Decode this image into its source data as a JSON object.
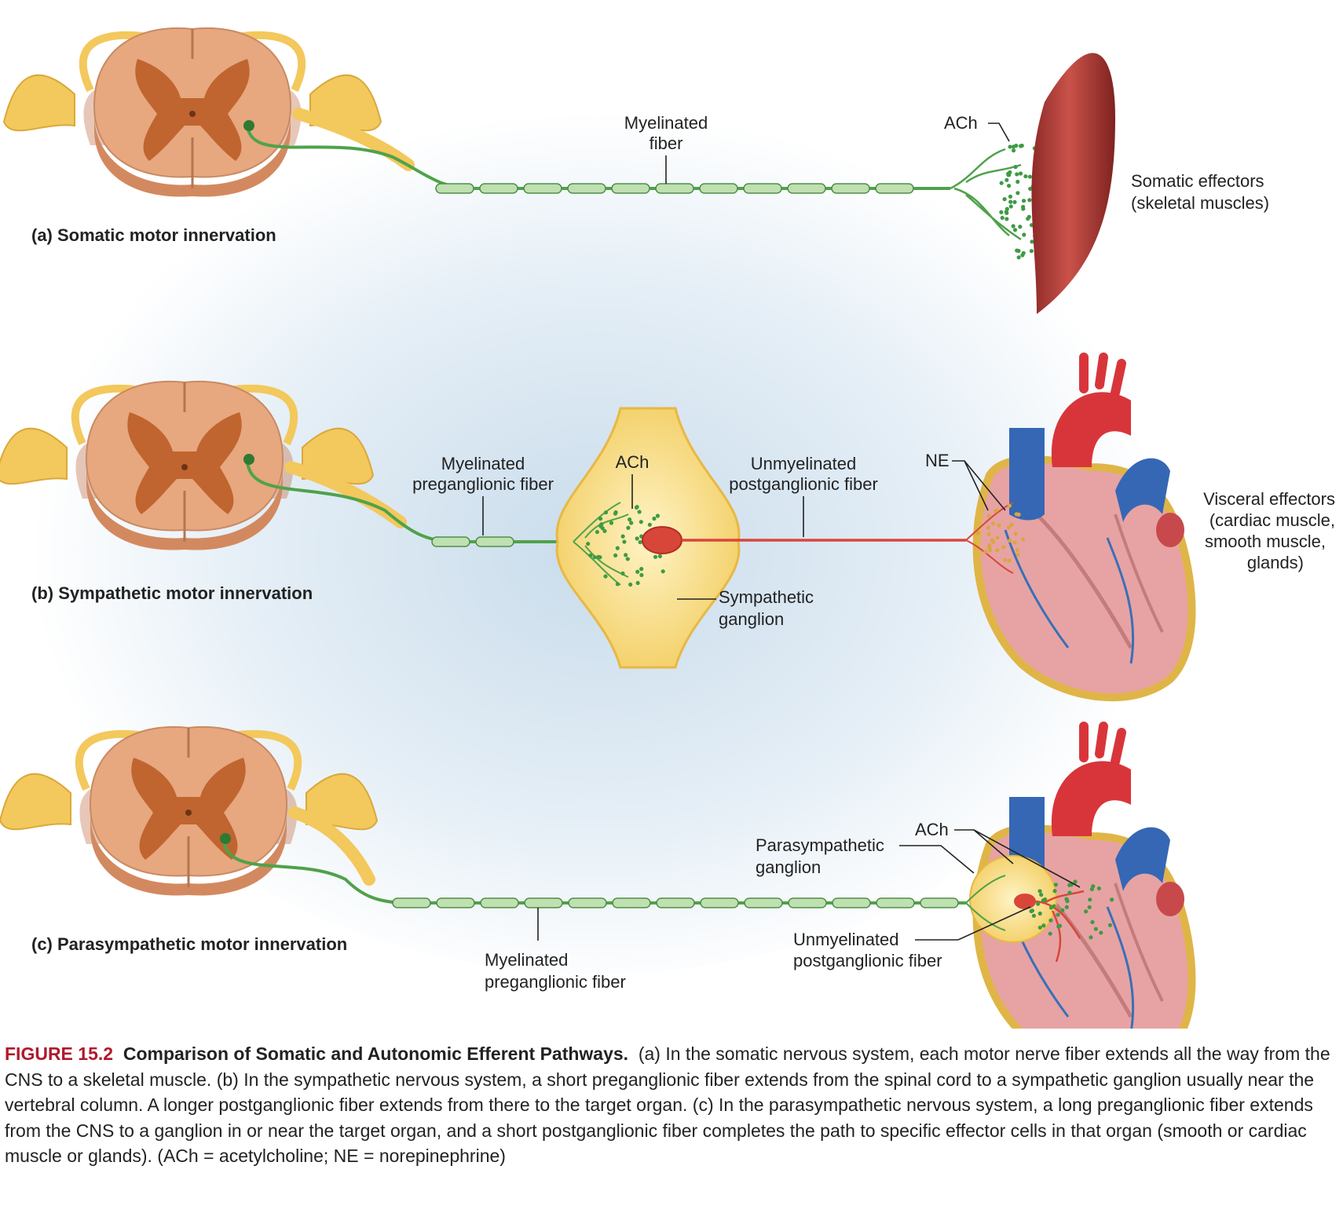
{
  "panels": {
    "a": {
      "label": "(a) Somatic motor innervation",
      "fiber_label": [
        "Myelinated",
        "fiber"
      ],
      "transmitter": "ACh",
      "effector_label": [
        "Somatic effectors",
        "(skeletal muscles)"
      ]
    },
    "b": {
      "label": "(b) Sympathetic motor innervation",
      "pre_label": [
        "Myelinated",
        "preganglionic fiber"
      ],
      "ganglion_transmitter": "ACh",
      "post_label": [
        "Unmyelinated",
        "postganglionic fiber"
      ],
      "effector_transmitter": "NE",
      "ganglion_label": [
        "Sympathetic",
        "ganglion"
      ],
      "effector_label": [
        "Visceral effectors",
        "(cardiac muscle,",
        "smooth muscle,",
        "glands)"
      ]
    },
    "c": {
      "label": "(c) Parasympathetic motor innervation",
      "transmitter": "ACh",
      "ganglion_label": [
        "Parasympathetic",
        "ganglion"
      ],
      "post_label": [
        "Unmyelinated",
        "postganglionic fiber"
      ],
      "pre_label": [
        "Myelinated",
        "preganglionic fiber"
      ]
    }
  },
  "caption": {
    "number": "FIGURE 15.2",
    "title": "Comparison of Somatic and Autonomic Efferent Pathways.",
    "text": "(a) In the somatic nervous system, each motor nerve fiber extends all the way from the CNS to a skeletal muscle. (b) In the sympathetic nervous system, a short preganglionic fiber extends from the spinal cord to a sympathetic ganglion usually near the vertebral column. A longer postganglionic fiber extends from there to the target organ. (c) In the parasympathetic nervous system, a long preganglionic fiber extends from the CNS to a ganglion in or near the target organ, and a short postganglionic fiber completes the path to specific effector cells in that organ (smooth or cardiac muscle or glands). (ACh = acetylcholine; NE = norepinephrine)"
  },
  "colors": {
    "cord_white": "#e9b08a",
    "cord_gray": "#c46a34",
    "nerve": "#f5d06a",
    "axon_green": "#4fa24a",
    "post_red": "#d8463a",
    "muscle": "#b8433d",
    "heart_red": "#d8353b",
    "heart_blue": "#3567b5",
    "caption_red": "#b0192b"
  }
}
